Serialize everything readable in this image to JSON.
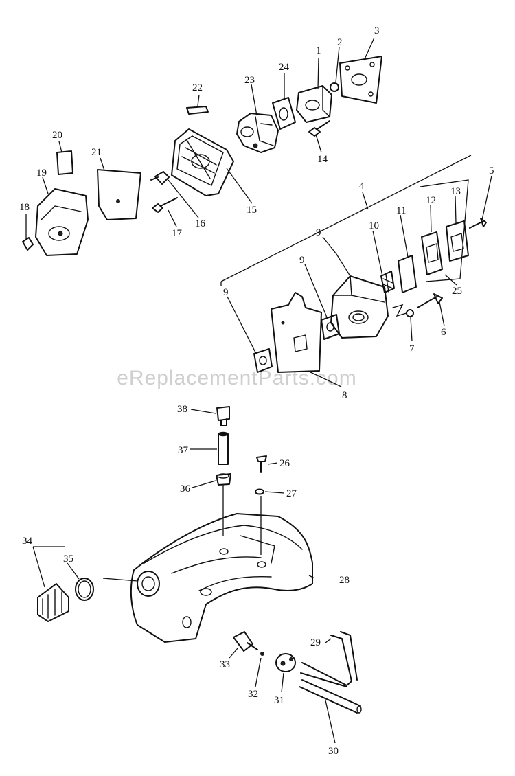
{
  "watermark": "eReplacementParts.com",
  "labels": [
    "1",
    "2",
    "3",
    "4",
    "5",
    "6",
    "7",
    "8",
    "9",
    "9",
    "9",
    "10",
    "11",
    "12",
    "13",
    "14",
    "15",
    "16",
    "17",
    "18",
    "19",
    "20",
    "21",
    "22",
    "23",
    "24",
    "25",
    "26",
    "27",
    "28",
    "29",
    "30",
    "31",
    "32",
    "33",
    "34",
    "35",
    "36",
    "37",
    "38"
  ]
}
